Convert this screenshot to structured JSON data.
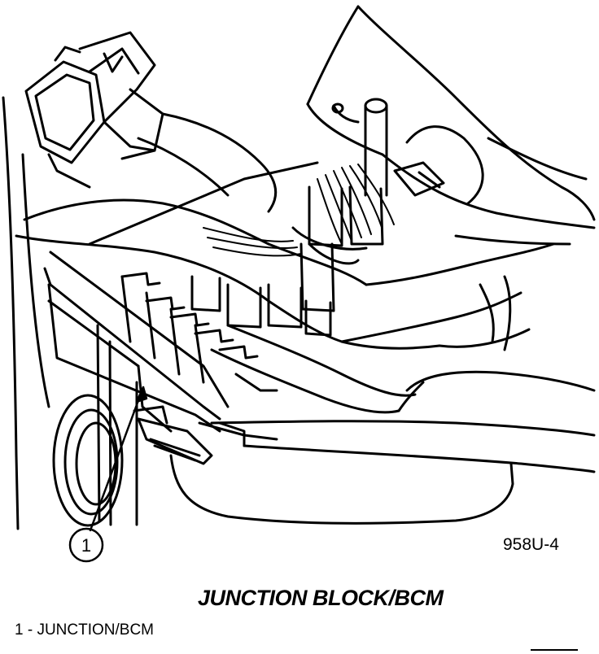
{
  "figure": {
    "id": "958U-4",
    "title": "JUNCTION BLOCK/BCM",
    "callout": {
      "number": "1"
    },
    "legend": [
      {
        "number": "1",
        "text": "1 - JUNCTION/BCM"
      }
    ]
  }
}
